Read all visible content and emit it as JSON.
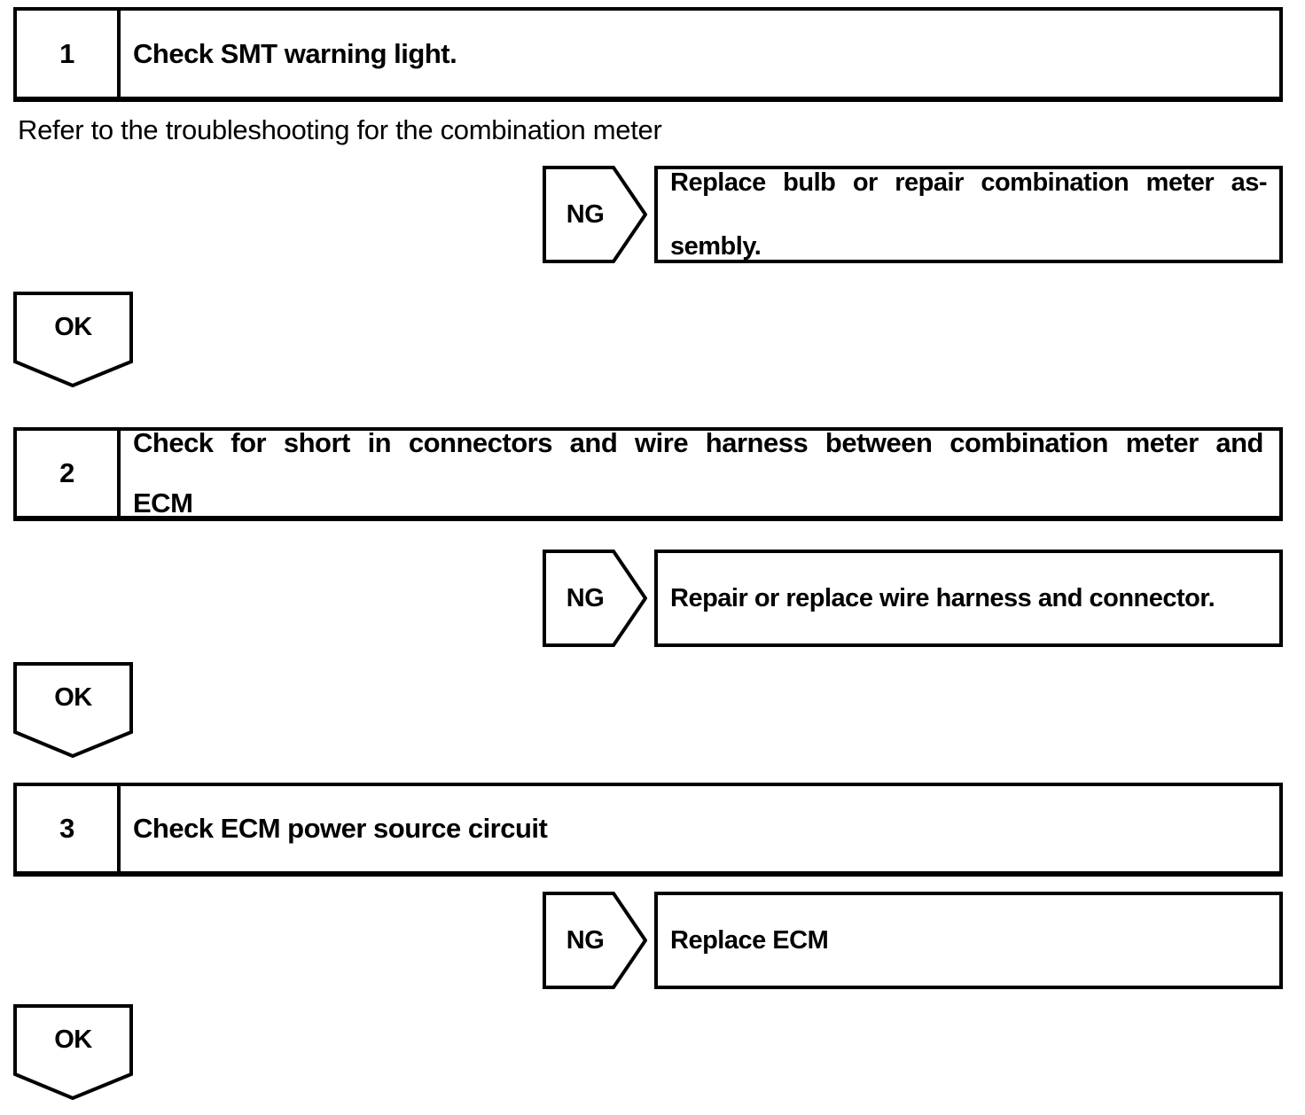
{
  "page": {
    "background_color": "#ffffff",
    "ink_color": "#000000"
  },
  "flowchart": {
    "steps": [
      {
        "number": "1",
        "title_lines": [
          "Check SMT warning light."
        ],
        "note": "Refer to the troubleshooting for the combination meter",
        "ng": {
          "label": "NG",
          "result_lines": [
            "Replace bulb or repair combination meter as-",
            "sembly."
          ]
        },
        "ok": {
          "label": "OK"
        }
      },
      {
        "number": "2",
        "title_lines": [
          "Check for short in connectors and wire harness between combination meter and",
          "ECM"
        ],
        "ng": {
          "label": "NG",
          "result_lines": [
            "Repair or replace wire harness and connector."
          ]
        },
        "ok": {
          "label": "OK"
        }
      },
      {
        "number": "3",
        "title_lines": [
          "Check ECM power source circuit"
        ],
        "ng": {
          "label": "NG",
          "result_lines": [
            "Replace ECM"
          ]
        },
        "ok": {
          "label": "OK"
        }
      }
    ]
  }
}
